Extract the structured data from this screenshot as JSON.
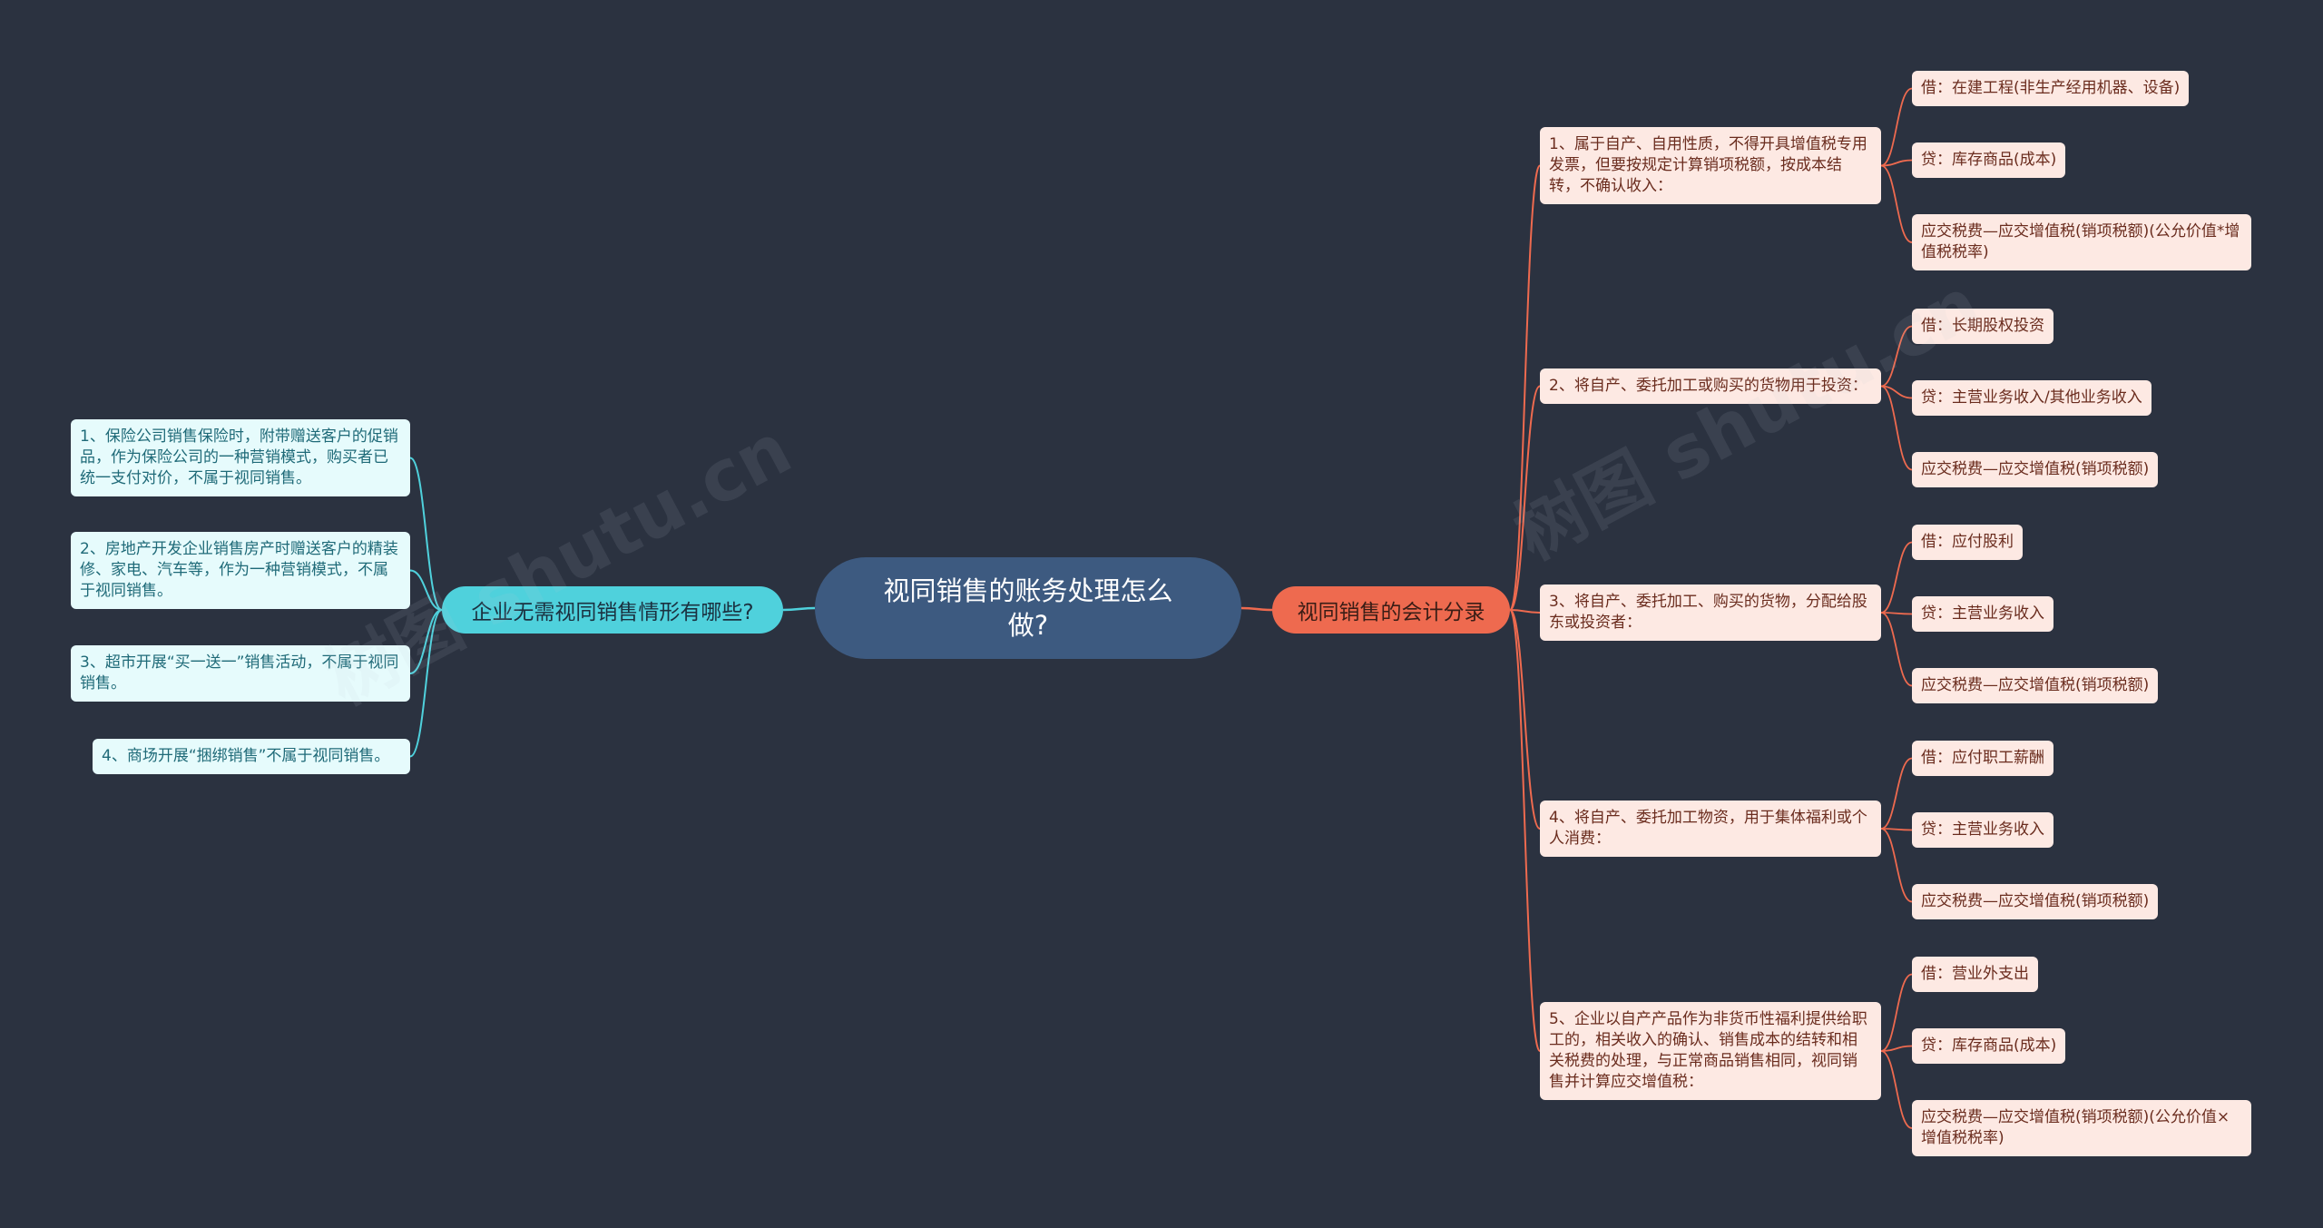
{
  "root": {
    "title": "视同销售的账务处理怎么做?"
  },
  "left_branch": {
    "label": "企业无需视同销售情形有哪些?",
    "items": [
      "1、保险公司销售保险时，附带赠送客户的促销品，作为保险公司的一种营销模式，购买者已统一支付对价，不属于视同销售。",
      "2、房地产开发企业销售房产时赠送客户的精装修、家电、汽车等，作为一种营销模式，不属于视同销售。",
      "3、超市开展“买一送一”销售活动，不属于视同销售。",
      "4、商场开展“捆绑销售”不属于视同销售。"
    ]
  },
  "right_branch": {
    "label": "视同销售的会计分录",
    "items": [
      {
        "label": "1、属于自产、自用性质，不得开具增值税专用发票，但要按规定计算销项税额，按成本结转，不确认收入：",
        "children": [
          "借：在建工程(非生产经用机器、设备)",
          "贷：库存商品(成本)",
          "应交税费—应交增值税(销项税额)(公允价值*增值税税率)"
        ]
      },
      {
        "label": "2、将自产、委托加工或购买的货物用于投资：",
        "children": [
          "借：长期股权投资",
          "贷：主营业务收入/其他业务收入",
          "应交税费—应交增值税(销项税额)"
        ]
      },
      {
        "label": "3、将自产、委托加工、购买的货物，分配给股东或投资者：",
        "children": [
          "借：应付股利",
          "贷：主营业务收入",
          "应交税费—应交增值税(销项税额)"
        ]
      },
      {
        "label": "4、将自产、委托加工物资，用于集体福利或个人消费：",
        "children": [
          "借：应付职工薪酬",
          "贷：主营业务收入",
          "应交税费—应交增值税(销项税额)"
        ]
      },
      {
        "label": "5、企业以自产产品作为非货币性福利提供给职工的，相关收入的确认、销售成本的结转和相关税费的处理，与正常商品销售相同，视同销售并计算应交增值税：",
        "children": [
          "借：营业外支出",
          "贷：库存商品(成本)",
          "应交税费—应交增值税(销项税额)(公允价值×增值税税率)"
        ]
      }
    ]
  },
  "colors": {
    "background": "#2b3240",
    "root": "#3d5a80",
    "left": "#4fd1dc",
    "right": "#ee6a4f"
  },
  "watermark": "树图 shutu.cn"
}
